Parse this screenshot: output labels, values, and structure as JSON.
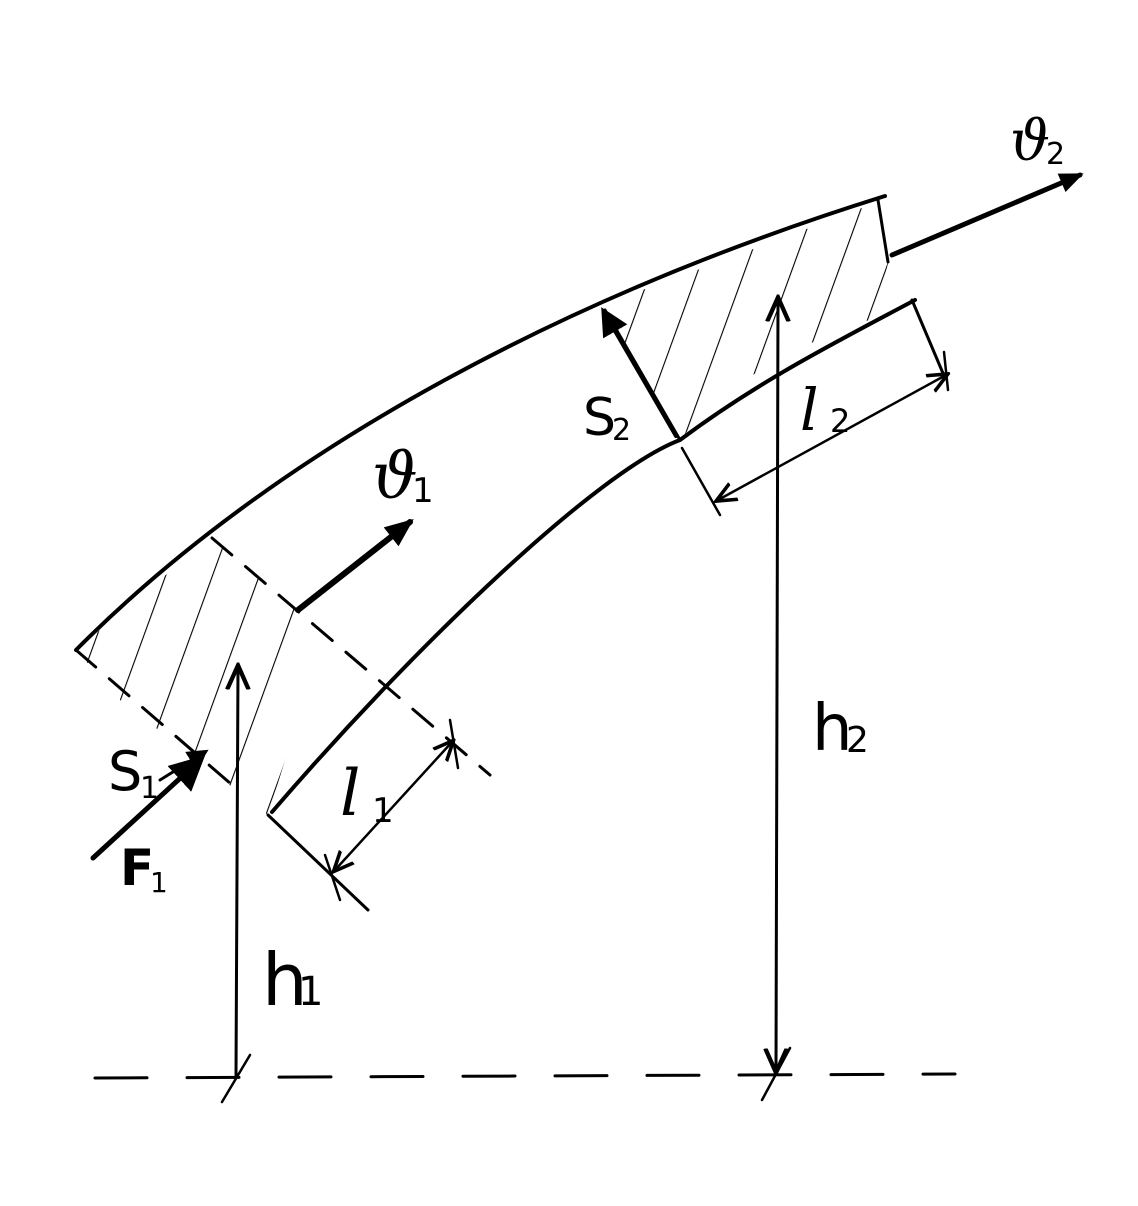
{
  "labels": {
    "v1": "ϑ",
    "v1_sub": "1",
    "v2": "ϑ",
    "v2_sub": "2",
    "s1": "S",
    "s1_sub": "1",
    "s2": "S",
    "s2_sub": "2",
    "l1": "l",
    "l1_sub": "1",
    "l2": "l",
    "l2_sub": "2",
    "f1": "F",
    "f1_sub": "1",
    "h1": "h",
    "h1_sub": "1",
    "h2": "h",
    "h2_sub": "2"
  }
}
